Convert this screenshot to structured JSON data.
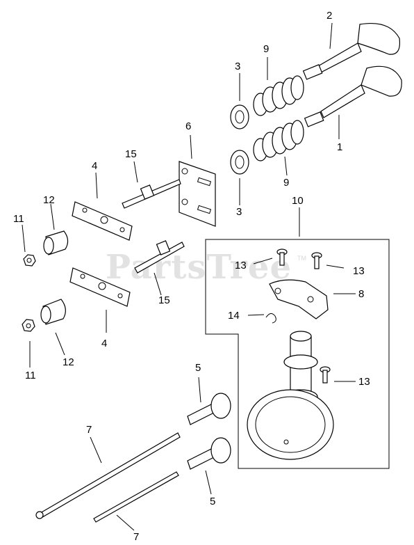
{
  "watermark": {
    "text": "PartsTree",
    "tm": "TM"
  },
  "labels": {
    "p1": "1",
    "p2": "2",
    "p3a": "3",
    "p3b": "3",
    "p4a": "4",
    "p4b": "4",
    "p5a": "5",
    "p5b": "5",
    "p6": "6",
    "p7a": "7",
    "p7b": "7",
    "p8": "8",
    "p9a": "9",
    "p9b": "9",
    "p10": "10",
    "p11a": "11",
    "p11b": "11",
    "p12a": "12",
    "p12b": "12",
    "p13a": "13",
    "p13b": "13",
    "p13c": "13",
    "p14": "14",
    "p15a": "15",
    "p15b": "15"
  }
}
